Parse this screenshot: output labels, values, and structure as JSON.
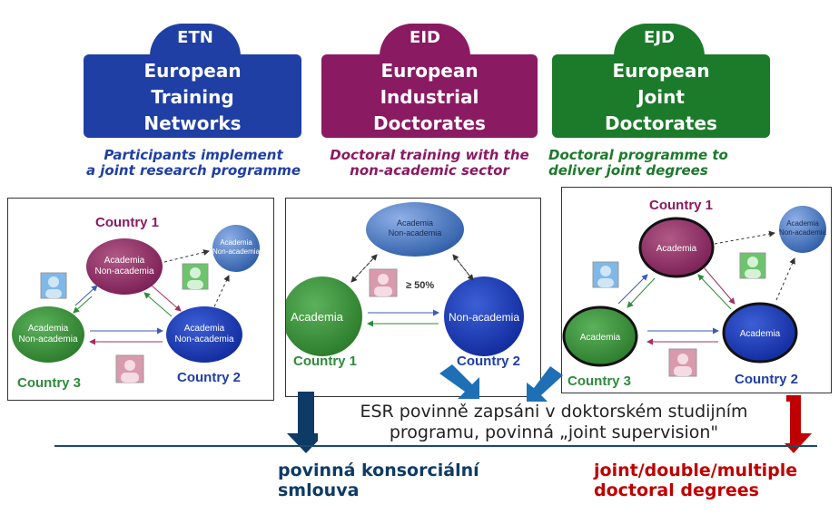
{
  "colors": {
    "etn": "#1f3fa4",
    "eid": "#8a1a62",
    "ejd": "#1c7a2b",
    "navy": "#0e3a66",
    "red": "#c00000",
    "line": "#1b4a6b"
  },
  "etn": {
    "tab": "ETN",
    "lines": [
      "European",
      "Training",
      "Networks"
    ],
    "sub": [
      "Participants implement",
      "a joint research programme"
    ]
  },
  "eid": {
    "tab": "EID",
    "lines": [
      "European",
      "Industrial",
      "Doctorates"
    ],
    "sub": [
      "Doctoral training with the",
      "non-academic sector"
    ]
  },
  "ejd": {
    "tab": "EJD",
    "lines": [
      "European",
      "Joint",
      "Doctorates"
    ],
    "sub": [
      "Doctoral programme to",
      "deliver joint degrees"
    ]
  },
  "panel1": {
    "country1": "Country 1",
    "country2": "Country 2",
    "country3": "Country 3",
    "node_a": "Academia",
    "node_b": "Non-academia",
    "small_a": "Academia",
    "small_b": "Non-academia"
  },
  "panel2": {
    "top_a": "Academia",
    "top_b": "Non-academia",
    "left": "Academia",
    "right": "Non-academia",
    "pct": "≥ 50%",
    "country1": "Country 1",
    "country2": "Country 2"
  },
  "panel3": {
    "country1": "Country 1",
    "country2": "Country 2",
    "country3": "Country 3",
    "node": "Academia",
    "small_a": "Academia",
    "small_b": "Non-academia"
  },
  "esr": [
    "ESR povinně zapsáni v doktorském studijním",
    "programu, povinná „joint supervision\""
  ],
  "left_text": [
    "povinná konsorciální",
    "smlouva"
  ],
  "right_text": [
    "joint/double/multiple",
    "doctoral degrees"
  ]
}
